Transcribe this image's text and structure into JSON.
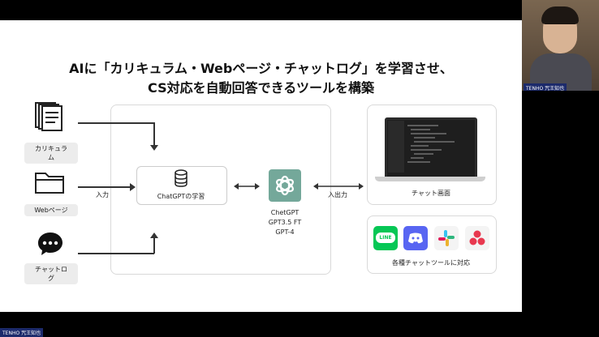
{
  "slide": {
    "title_line1": "AIに「カリキュラム・Webページ・チャットログ」を学習させ、",
    "title_line2": "CS対応を自動回答できるツールを構築",
    "inputs": [
      {
        "label_line1": "カリキュラ",
        "label_line2": "ム"
      },
      {
        "label_line1": "Webページ",
        "label_line2": ""
      },
      {
        "label_line1": "チャットロ",
        "label_line2": "グ"
      }
    ],
    "input_arrow_label": "入力",
    "learning_box_label": "ChatGPTの学習",
    "gpt_models": [
      "ChetGPT",
      "GPT3.5 FT",
      "GPT-4"
    ],
    "io_arrow_label": "入出力",
    "chat_screen_label": "チャット画面",
    "tools_label": "各種チャットツールに対応",
    "app_icons": [
      "line-icon",
      "discord-icon",
      "slack-icon",
      "asana-icon"
    ],
    "line_text": "LINE"
  },
  "webcam": {
    "name_tag": "TENHO 咒王知也"
  },
  "bottom_tag": "TENHO 咒王知也",
  "colors": {
    "gpt_green": "#74a89a",
    "line_green": "#06c755",
    "discord_blue": "#5865f2",
    "tag_navy": "#1c2a6b"
  }
}
